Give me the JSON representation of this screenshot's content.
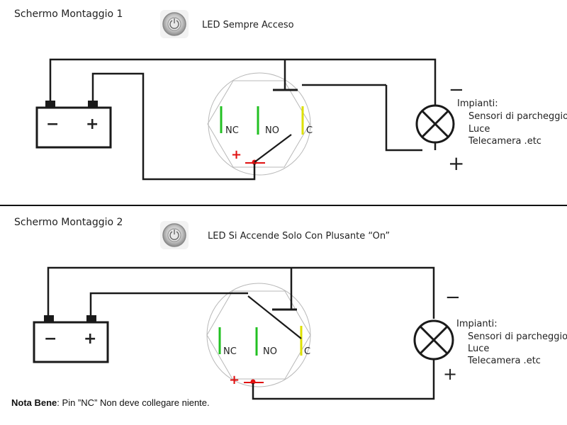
{
  "colors": {
    "wire": "#1a1a1a",
    "positive_mark": "#e01010",
    "pin_green": "#22c022",
    "pin_yellow": "#dde000",
    "housing": "#b8b8b8"
  },
  "diagram1": {
    "title": "Schermo Montaggio 1",
    "led_label": "LED Sempre Acceso",
    "battery": {
      "minus": "−",
      "plus": "+"
    },
    "switch": {
      "pin_nc": "NC",
      "pin_no": "NO",
      "pin_c": "C",
      "plus": "+"
    },
    "load": {
      "minus": "−",
      "plus": "+",
      "heading": "Impianti:",
      "items": [
        "Sensori di parcheggio",
        "Luce",
        "Telecamera .etc"
      ]
    },
    "icon": "led-push-button-icon"
  },
  "diagram2": {
    "title": "Schermo Montaggio 2",
    "led_label": "LED Si Accende Solo Con Plusante “On”",
    "battery": {
      "minus": "−",
      "plus": "+"
    },
    "switch": {
      "pin_nc": "NC",
      "pin_no": "NO",
      "pin_c": "C",
      "plus": "+"
    },
    "load": {
      "minus": "−",
      "plus": "+",
      "heading": "Impianti:",
      "items": [
        "Sensori di parcheggio",
        "Luce",
        "Telecamera .etc"
      ]
    },
    "icon": "led-push-button-icon"
  },
  "note": {
    "bold": "Nota Bene",
    "text": ": Pin ”NC” Non deve collegare niente."
  }
}
